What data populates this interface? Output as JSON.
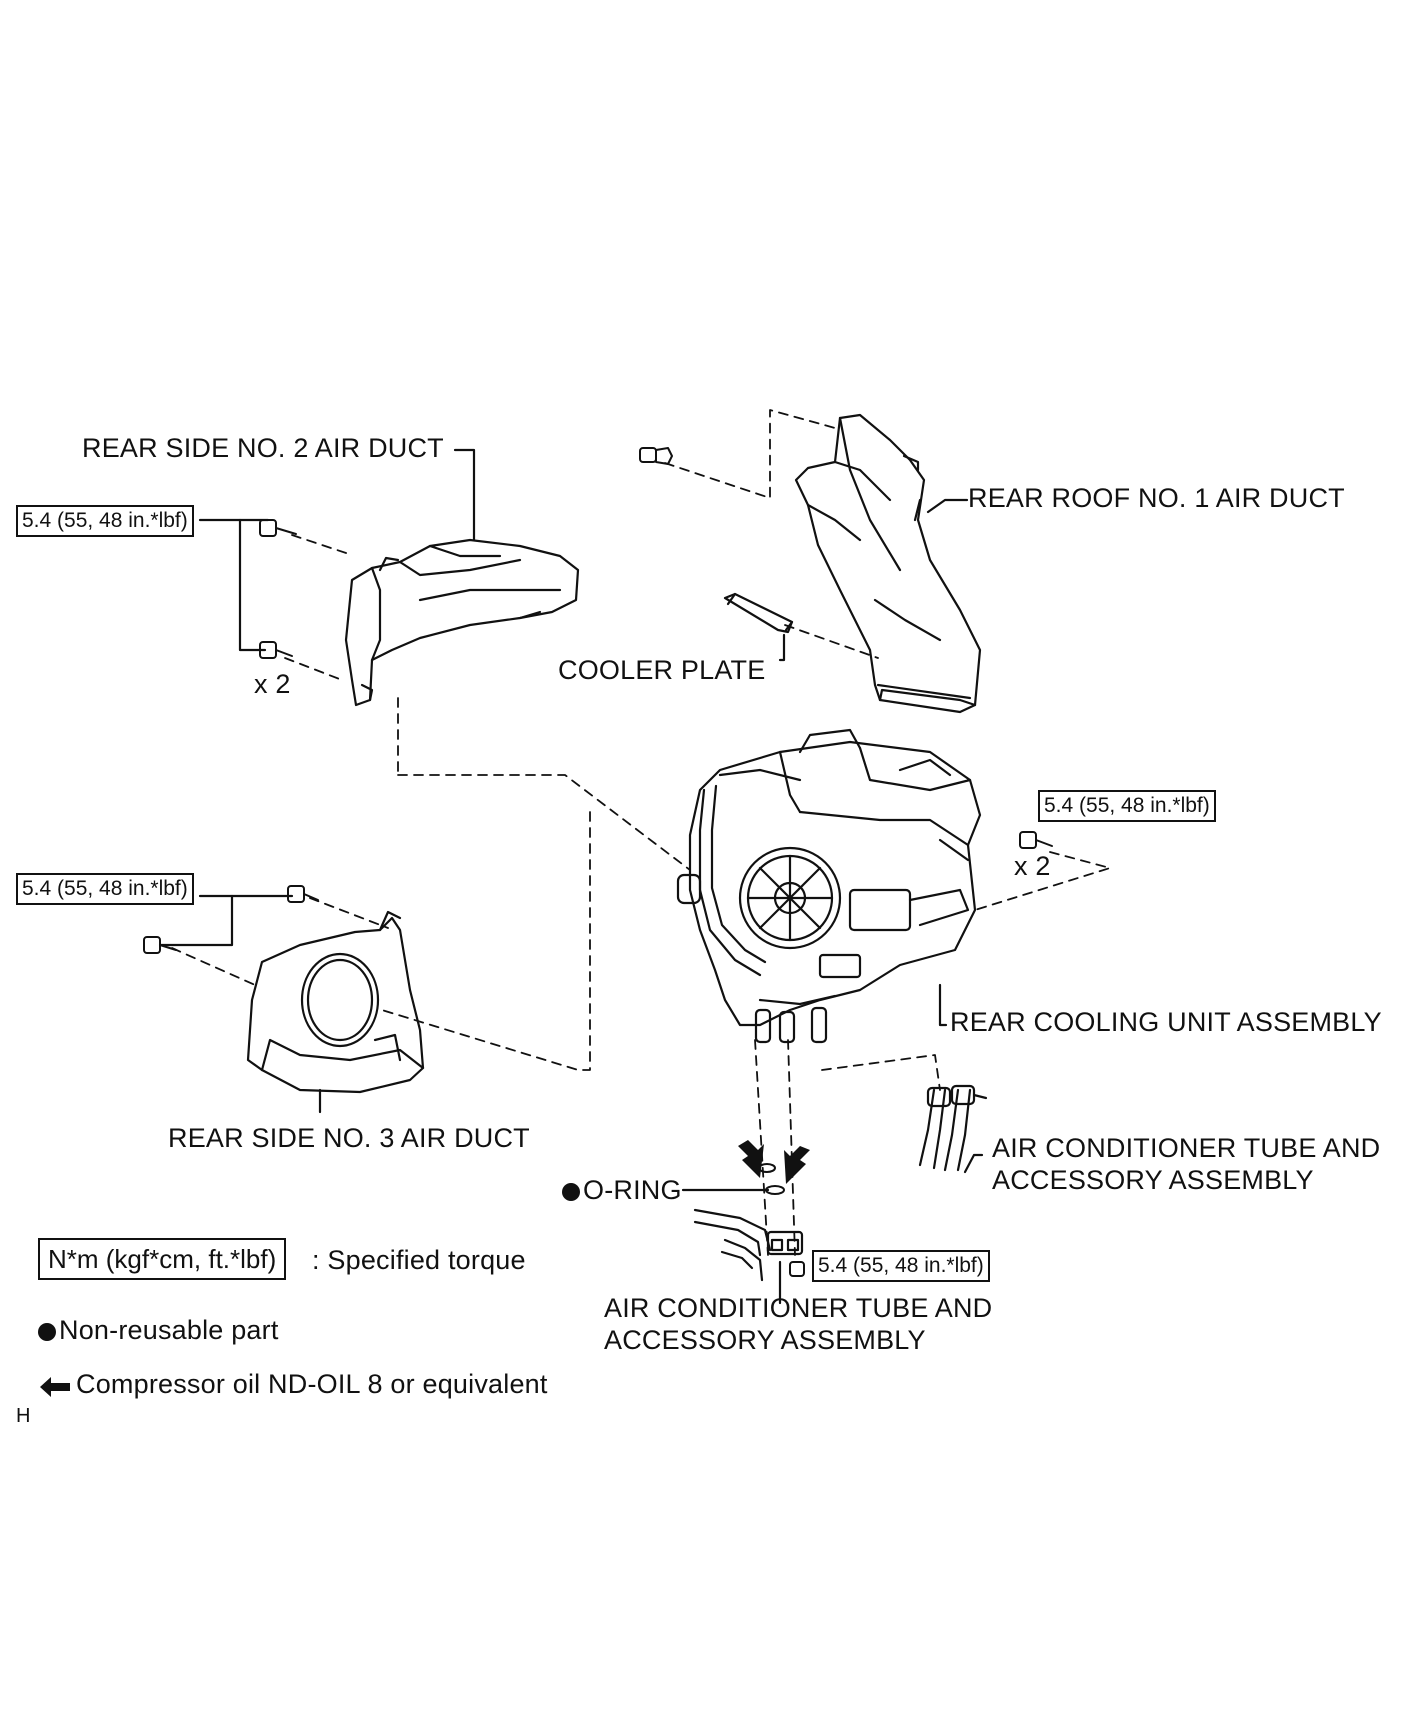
{
  "labels": {
    "rear_side_no2_duct": "REAR SIDE NO. 2 AIR DUCT",
    "rear_roof_no1_duct": "REAR ROOF NO. 1 AIR DUCT",
    "cooler_plate": "COOLER PLATE",
    "rear_cooling_unit": "REAR COOLING UNIT ASSEMBLY",
    "rear_side_no3_duct": "REAR SIDE NO. 3 AIR DUCT",
    "o_ring": "O-RING",
    "ac_tube_right_line1": "AIR CONDITIONER TUBE AND",
    "ac_tube_right_line2": "ACCESSORY ASSEMBLY",
    "ac_tube_bottom_line1": "AIR CONDITIONER TUBE AND",
    "ac_tube_bottom_line2": "ACCESSORY ASSEMBLY"
  },
  "torque": {
    "duct2_torque": "5.4 (55, 48 in.*lbf)",
    "cooling_unit_torque": "5.4 (55, 48 in.*lbf)",
    "duct3_torque": "5.4 (55, 48 in.*lbf)",
    "tube_torque": "5.4 (55, 48 in.*lbf)"
  },
  "quantities": {
    "duct2_qty": "x 2",
    "cooling_unit_qty": "x 2"
  },
  "legend": {
    "torque_unit": "N*m (kgf*cm, ft.*lbf)",
    "torque_desc": ": Specified torque",
    "non_reusable": "Non-reusable part",
    "compressor_oil": "Compressor oil ND-OIL 8 or equivalent"
  },
  "corner_mark": "H"
}
